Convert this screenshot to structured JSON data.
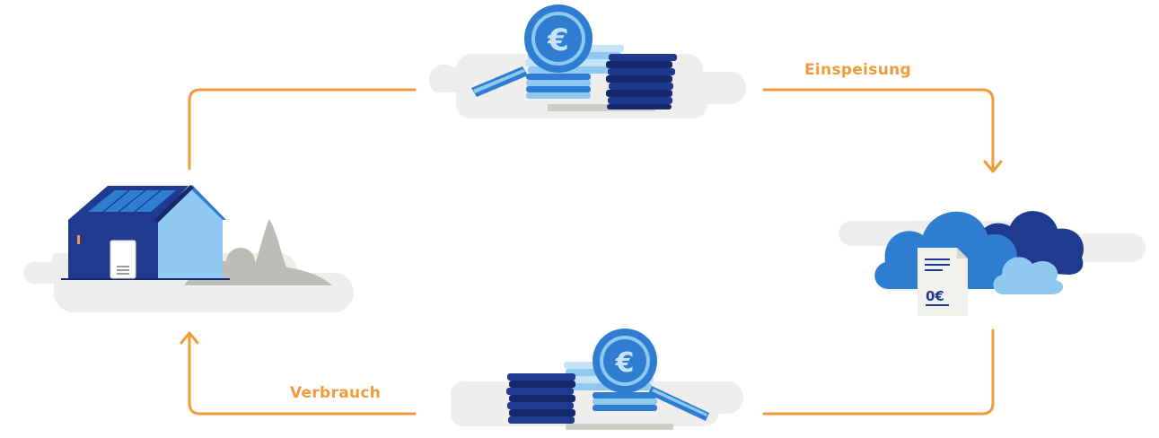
{
  "colors": {
    "accent_orange": "#f39a3c",
    "navy": "#1f3a8f",
    "navy_dark": "#16296e",
    "blue_mid": "#2f7dd1",
    "blue_light": "#8fc8f0",
    "blue_pale": "#c7e3f7",
    "cloud_gray": "#efeeec",
    "paper": "#f3f1ee",
    "gray_hill": "#bdbcb8"
  },
  "icons": {
    "house": "house-with-solar-roof-icon",
    "battery": "home-battery-icon",
    "trees": "tree-silhouette-icon",
    "coins_top": "euro-coin-stack-icon",
    "coins_bottom": "euro-coin-stack-icon",
    "cloud": "cloud-icon",
    "bill": "bill-document-icon"
  },
  "labels": {
    "einspeisung": "Einspeisung",
    "verbrauch": "Verbrauch",
    "coin_symbol": "€",
    "bill_amount": "0€"
  }
}
